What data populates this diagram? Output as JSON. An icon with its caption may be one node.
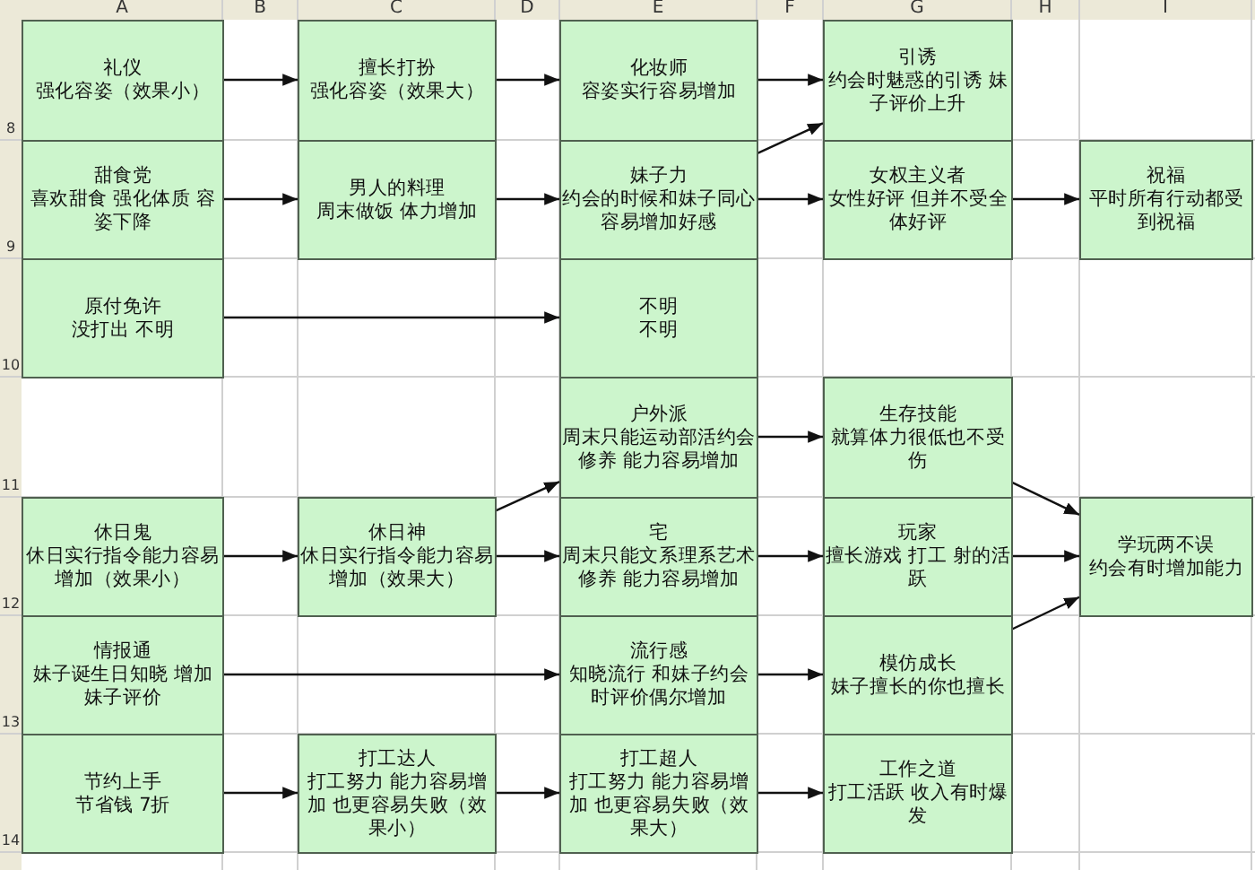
{
  "diagram": {
    "nodes": [
      {
        "text": [
          "礼仪",
          "强化容姿（效果小）"
        ]
      },
      {
        "text": [
          "擅长打扮",
          "强化容姿（效果大）"
        ]
      },
      {
        "text": [
          "化妆师",
          "容姿实行容易增加"
        ]
      },
      {
        "text": [
          "引诱",
          "约会时魅惑的引诱 妹子评价上升"
        ]
      },
      {
        "text": [
          "甜食党",
          "喜欢甜食 强化体质 容姿下降"
        ]
      },
      {
        "text": [
          "男人的料理",
          "周末做饭 体力增加"
        ]
      },
      {
        "text": [
          "妹子力",
          "约会的时候和妹子同心容易增加好感"
        ]
      },
      {
        "text": [
          "女权主义者",
          "女性好评 但并不受全体好评"
        ]
      },
      {
        "text": [
          "祝福",
          "平时所有行动都受到祝福"
        ]
      },
      {
        "text": [
          "原付免许",
          "没打出 不明"
        ]
      },
      {
        "text": [
          "不明",
          "不明"
        ]
      },
      {
        "text": [
          "户外派",
          "周末只能运动部活约会修养 能力容易增加"
        ]
      },
      {
        "text": [
          "生存技能",
          "就算体力很低也不受伤"
        ]
      },
      {
        "text": [
          "休日鬼",
          "休日实行指令能力容易增加（效果小）"
        ]
      },
      {
        "text": [
          "休日神",
          "休日实行指令能力容易增加（效果大）"
        ]
      },
      {
        "text": [
          "宅",
          "周末只能文系理系艺术修养 能力容易增加"
        ]
      },
      {
        "text": [
          "玩家",
          "擅长游戏 打工 射的活跃"
        ]
      },
      {
        "text": [
          "学玩两不误",
          "约会有时增加能力"
        ]
      },
      {
        "text": [
          "情报通",
          "妹子诞生日知晓 增加妹子评价"
        ]
      },
      {
        "text": [
          "流行感",
          "知晓流行 和妹子约会时评价偶尔增加"
        ]
      },
      {
        "text": [
          "模仿成长",
          "妹子擅长的你也擅长"
        ]
      },
      {
        "text": [
          "节约上手",
          "节省钱 7折"
        ]
      },
      {
        "text": [
          "打工达人",
          "打工努力 能力容易增加 也更容易失败（效果小）"
        ]
      },
      {
        "text": [
          "打工超人",
          "打工努力 能力容易增加 也更容易失败（效果大）"
        ]
      },
      {
        "text": [
          "工作之道",
          "打工活跃 收入有时爆发"
        ]
      }
    ],
    "edges": [
      {
        "from": 0,
        "to": 1,
        "arrow": "to"
      },
      {
        "from": 1,
        "to": 2,
        "arrow": "to"
      },
      {
        "from": 2,
        "to": 3,
        "arrow": "to"
      },
      {
        "from": 4,
        "to": 5,
        "arrow": "to"
      },
      {
        "from": 5,
        "to": 6,
        "arrow": "to"
      },
      {
        "from": 6,
        "to": 3,
        "arrow": "to"
      },
      {
        "from": 6,
        "to": 7,
        "arrow": "to"
      },
      {
        "from": 7,
        "to": 8,
        "arrow": "to"
      },
      {
        "from": 9,
        "to": 10,
        "arrow": "to"
      },
      {
        "from": 11,
        "to": 12,
        "arrow": "to"
      },
      {
        "from": 13,
        "to": 14,
        "arrow": "to"
      },
      {
        "from": 14,
        "to": 11,
        "arrow": "to"
      },
      {
        "from": 14,
        "to": 15,
        "arrow": "to"
      },
      {
        "from": 15,
        "to": 16,
        "arrow": "to"
      },
      {
        "from": 12,
        "to": 17,
        "arrow": "to"
      },
      {
        "from": 16,
        "to": 17,
        "arrow": "to"
      },
      {
        "from": 20,
        "to": 17,
        "arrow": "to"
      },
      {
        "from": 18,
        "to": 19,
        "arrow": "to"
      },
      {
        "from": 19,
        "to": 20,
        "arrow": "to"
      },
      {
        "from": 21,
        "to": 22,
        "arrow": "to"
      },
      {
        "from": 22,
        "to": 23,
        "arrow": "to"
      },
      {
        "from": 23,
        "to": 24,
        "arrow": "to"
      }
    ],
    "labels": [
      "A",
      "B",
      "C",
      "D",
      "E",
      "F",
      "G",
      "H",
      "I",
      "8",
      "9",
      "10",
      "11",
      "12",
      "13",
      "14"
    ]
  }
}
